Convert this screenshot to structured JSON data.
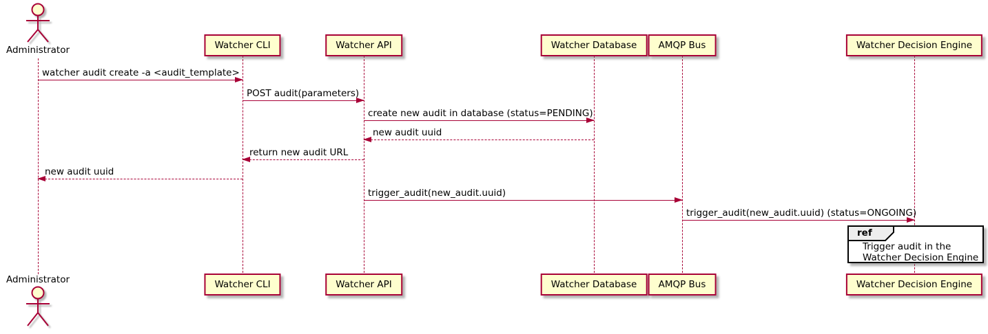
{
  "diagram_type": "uml-sequence-diagram",
  "actor": {
    "label": "Administrator"
  },
  "participants": [
    {
      "id": "watcher-cli",
      "label": "Watcher CLI"
    },
    {
      "id": "watcher-api",
      "label": "Watcher API"
    },
    {
      "id": "watcher-database",
      "label": "Watcher Database"
    },
    {
      "id": "amqp-bus",
      "label": "AMQP Bus"
    },
    {
      "id": "watcher-decision-engine",
      "label": "Watcher Decision Engine"
    }
  ],
  "messages": [
    {
      "label": "watcher audit create -a <audit_template>",
      "from": "Administrator",
      "to": "Watcher CLI",
      "line": "solid",
      "direction": "right"
    },
    {
      "label": "POST audit(parameters)",
      "from": "Watcher CLI",
      "to": "Watcher API",
      "line": "solid",
      "direction": "right"
    },
    {
      "label": "create new audit in database (status=PENDING)",
      "from": "Watcher API",
      "to": "Watcher Database",
      "line": "solid",
      "direction": "right"
    },
    {
      "label": "new audit uuid",
      "from": "Watcher Database",
      "to": "Watcher API",
      "line": "dashed",
      "direction": "left"
    },
    {
      "label": "return new audit URL",
      "from": "Watcher API",
      "to": "Watcher CLI",
      "line": "dashed",
      "direction": "left"
    },
    {
      "label": "new audit uuid",
      "from": "Watcher CLI",
      "to": "Administrator",
      "line": "dashed",
      "direction": "left"
    },
    {
      "label": "trigger_audit(new_audit.uuid)",
      "from": "Watcher API",
      "to": "AMQP Bus",
      "line": "solid",
      "direction": "right"
    },
    {
      "label": "trigger_audit(new_audit.uuid) (status=ONGOING)",
      "from": "AMQP Bus",
      "to": "Watcher Decision Engine",
      "line": "solid",
      "direction": "right"
    }
  ],
  "ref": {
    "keyword": "ref",
    "line1": "Trigger audit in the",
    "line2": "Watcher Decision Engine",
    "over": "Watcher Decision Engine"
  },
  "icons": {
    "actor": "stick-figure",
    "arrowhead": "filled-triangle"
  },
  "colors": {
    "accent": "#a80036",
    "participant_fill": "#fefece",
    "ref_border": "#000000",
    "ref_tab_fill": "#eeeeee",
    "text": "#000000"
  }
}
